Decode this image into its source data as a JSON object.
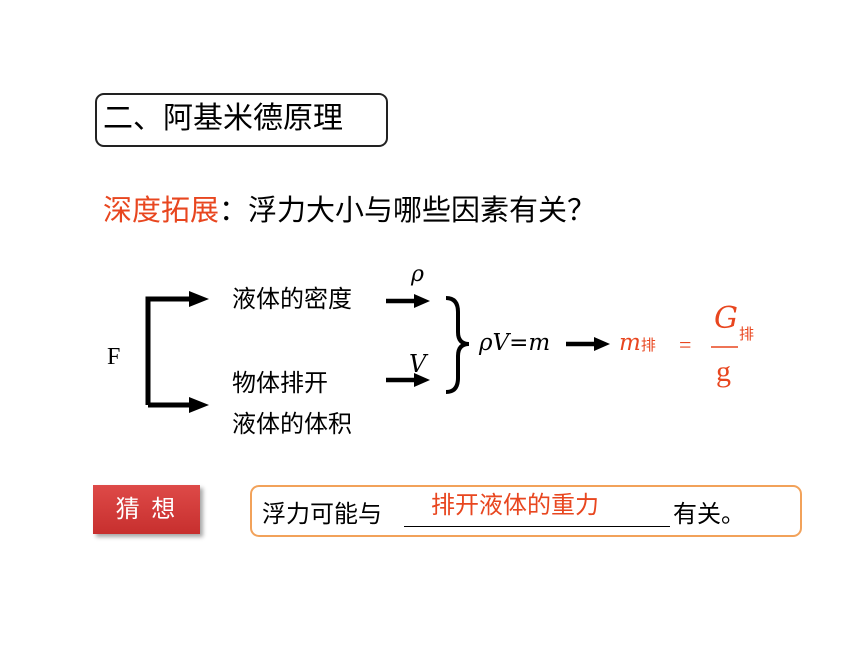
{
  "section": {
    "title": "二、阿基米德原理"
  },
  "question": {
    "highlight": "深度拓展",
    "rest": "：浮力大小与哪些因素有关？"
  },
  "diagram": {
    "force_label": "F",
    "factor_density": "液体的密度",
    "factor_volume_line1": "物体排开",
    "factor_volume_line2": "液体的体积",
    "symbol_rho": "ρ",
    "symbol_v": "V",
    "mass_formula": "ρV=m",
    "m_symbol": "m",
    "m_subscript": "排",
    "equals": "=",
    "g_numerator": "G",
    "g_subscript": "排",
    "g_denominator": "g"
  },
  "guess": {
    "badge_label": "猜  想",
    "prefix": "浮力可能与",
    "answer": "排开液体的重力",
    "suffix": "有关。"
  },
  "colors": {
    "accent_red": "#e8461f",
    "badge_red": "#d23b3a",
    "answer_border": "#f2a25a"
  }
}
